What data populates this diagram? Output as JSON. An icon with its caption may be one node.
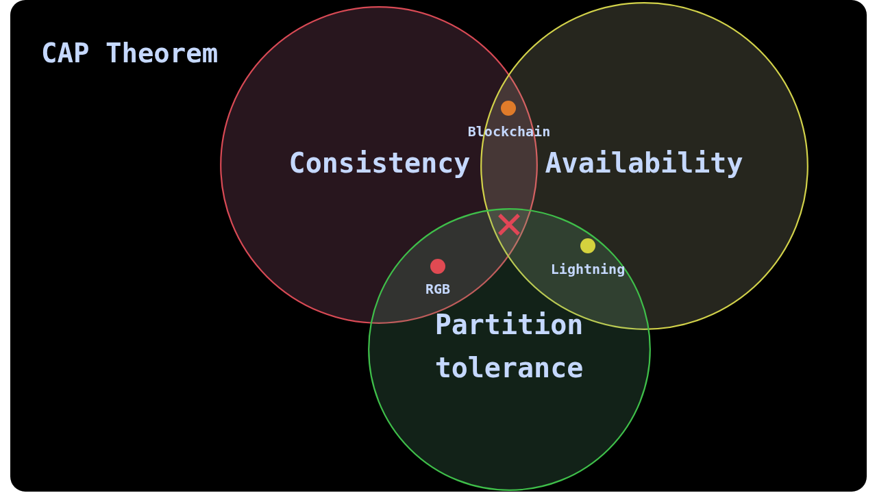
{
  "diagram": {
    "title": "CAP Theorem",
    "nodes": [
      {
        "text": [
          "Consistency"
        ]
      },
      {
        "text": [
          "Availability"
        ]
      },
      {
        "text": [
          "Partition tolerance"
        ]
      }
    ],
    "labels": [
      "Blockchain",
      "Lightning",
      "RGB"
    ]
  }
}
